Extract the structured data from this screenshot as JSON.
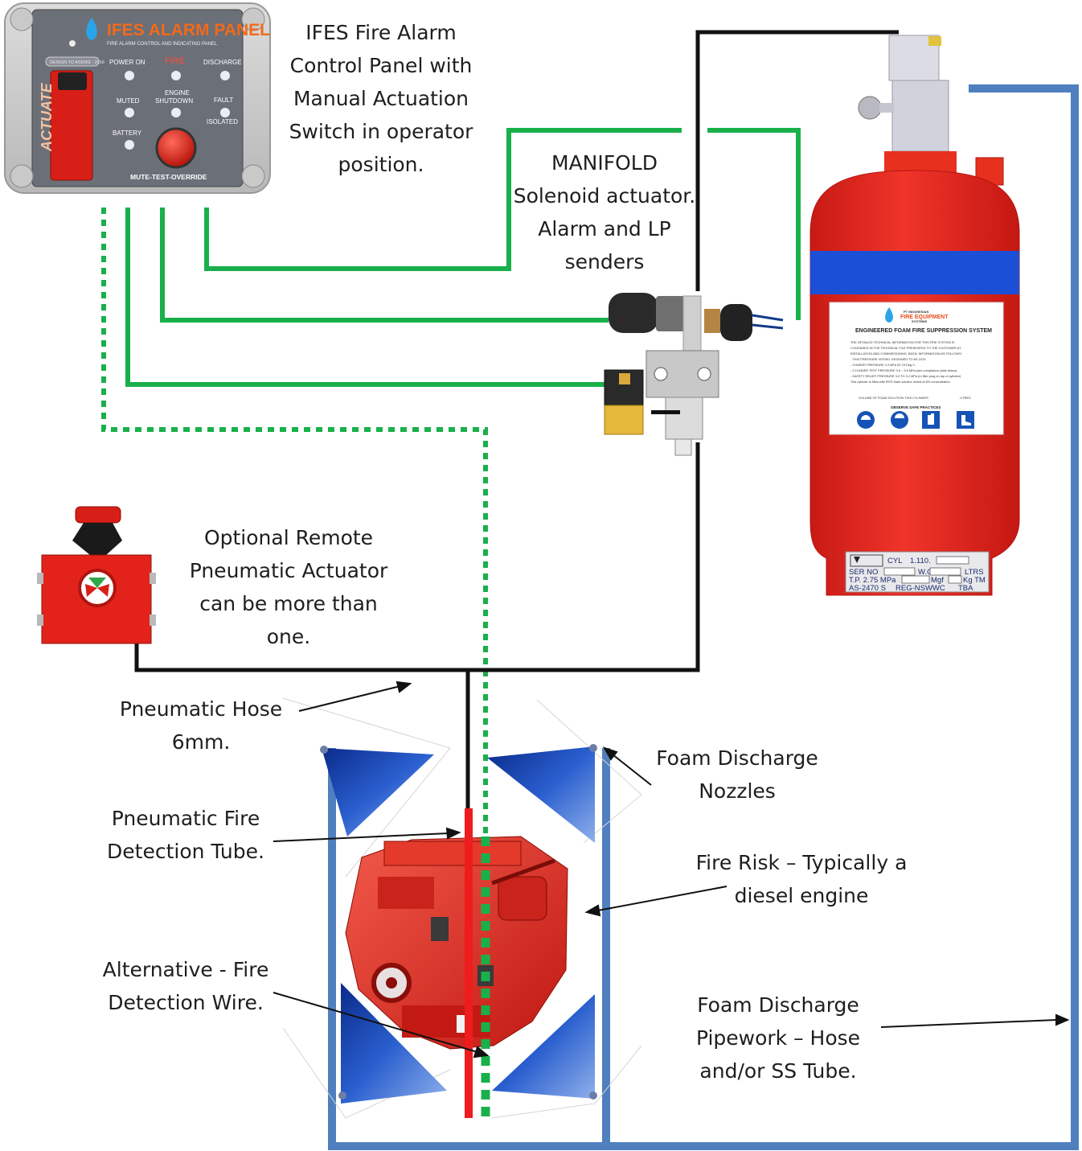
{
  "colors": {
    "green_wire": "#19b04b",
    "black_hose": "#111111",
    "blue_pipe": "#4f7fbf",
    "red_tube": "#ee1c1c",
    "cylinder_red": "#e8251f",
    "band_blue": "#1a4fd6"
  },
  "panel": {
    "title": "IFES ALARM PANEL",
    "subtitle": "FIRE ALARM CONTROL AND INDICATING PANEL",
    "std": "DESIGN TO AS5062 - 2016",
    "actuate": "ACTUATE",
    "power_on": "POWER ON",
    "fire": "FIRE",
    "discharge": "DISCHARGE",
    "muted": "MUTED",
    "engine_line1": "ENGINE",
    "engine_line2": "SHUTDOWN",
    "fault": "FAULT",
    "isolated": "ISOLATED",
    "battery": "BATTERY",
    "mute": "MUTE-TEST-OVERRIDE"
  },
  "cylinder": {
    "brand_small": "PT INDONESIAN",
    "brand": "FIRE EQUIPMENT",
    "brand_sub": "SYSTEMS",
    "heading": "ENGINEERED FOAM FIRE SUPPRESSION SYSTEM",
    "text": [
      "THE DETAILED TECHNICAL INFORMATION FOR THIS FIRE SYSTEM IS",
      "CONTAINED IN THE TECHNICAL FILE PRESENTED TO THE CUSTOMER AT",
      "INSTALLATION AND COMMISSIONING. BASIC INFORMATION AS FOLLOWS:",
      "- THIS PRESSURE VESSEL DESIGNED TO AS 2470.",
      "- CHARGE PRESSURE 3.3 MPa AT 15 Deg C.",
      "- CYLINDER TEST PRESSURE 3.6 ~ 3.6 MPa (see compliance plate below)",
      "- SAFETY RELIEF PRESSURE 3.0 TO 3.2 MPa (In filler plug on top of cylinder)",
      "This cylinder is filled with IFES foam solution mixed at 6% concentration."
    ],
    "volume": "VOLUME OF FOAM SOLUTION THIS CYLINDER",
    "litres": "LITRES",
    "safe": "OBSERVE SAFE PRACTICES",
    "plate": {
      "cyl": "CYL",
      "code": "1.110.",
      "ser": "SER NO",
      "wc": "W.C.",
      "ltrs": "LTRS",
      "tp": "T.P. 2.75 MPa",
      "mgf": "Mgf",
      "kgtm": "Kg TM",
      "as": "AS-2470 S",
      "reg": "REG-NSWWC",
      "tba": "TBA"
    }
  },
  "labels": {
    "panel_desc": [
      "IFES Fire Alarm",
      "Control Panel with",
      "Manual Actuation",
      "Switch in operator",
      "position."
    ],
    "manifold": [
      "MANIFOLD",
      "Solenoid actuator.",
      "Alarm and LP",
      "senders"
    ],
    "remote": [
      "Optional Remote",
      "Pneumatic Actuator",
      "can be more than",
      "one."
    ],
    "hose": [
      "Pneumatic Hose",
      "6mm."
    ],
    "tube": [
      "Pneumatic Fire",
      "Detection Tube."
    ],
    "wire": [
      "Alternative - Fire",
      "Detection Wire."
    ],
    "nozzles": [
      "Foam Discharge",
      "Nozzles"
    ],
    "risk": [
      "Fire Risk – Typically a",
      "diesel engine"
    ],
    "pipework": [
      "Foam  Discharge",
      "Pipework – Hose",
      "and/or SS Tube."
    ]
  }
}
